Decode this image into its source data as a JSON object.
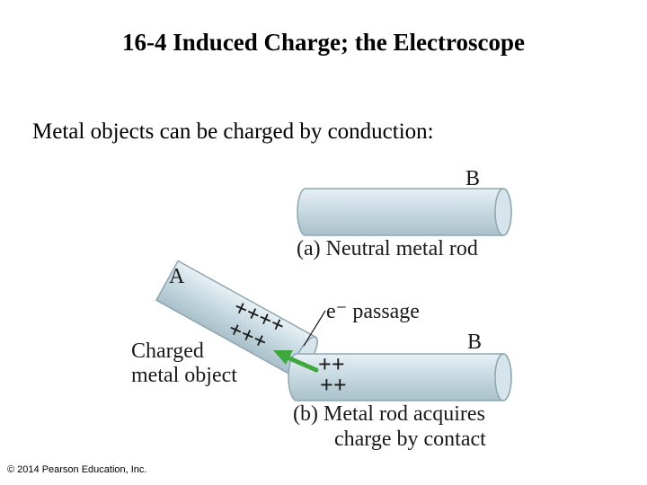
{
  "slide": {
    "title": "16-4 Induced Charge; the Electroscope",
    "subtitle": "Metal objects can be charged by conduction:",
    "copyright": "© 2014 Pearson Education, Inc."
  },
  "figure": {
    "label_b_top": "B",
    "caption_a": "(a) Neutral metal rod",
    "label_a": "A",
    "electron_label": "e⁻ passage",
    "label_b_bottom": "B",
    "object_label_line1": "Charged",
    "object_label_line2": "metal object",
    "plus_a_row1": "++++",
    "plus_a_row2": "+++",
    "plus_b_row1": "++",
    "plus_b_row2": "++",
    "caption_b_line1": "(b) Metal rod acquires",
    "caption_b_line2": "charge by contact"
  },
  "colors": {
    "rod_fill": "#c9dbe3",
    "rod_edge": "#8fa6b0",
    "arrow": "#3ea83e"
  }
}
